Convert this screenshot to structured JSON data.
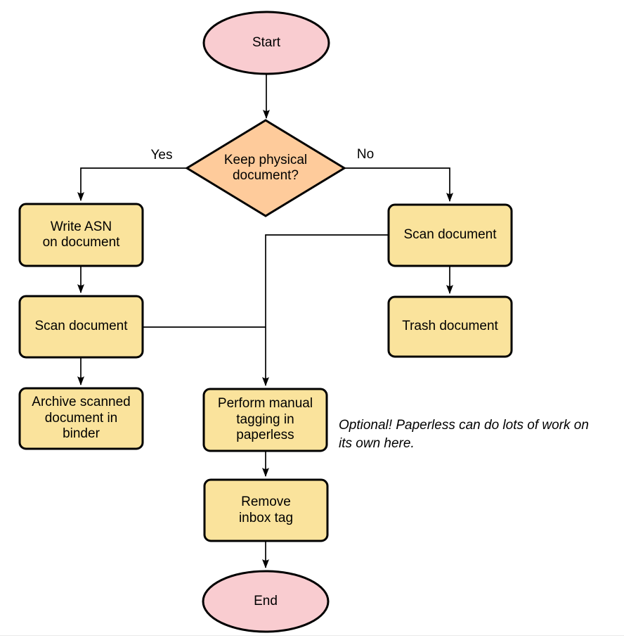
{
  "colors": {
    "background": "#ffffff",
    "terminal_fill": "#F9CCD0",
    "decision_fill": "#FECB9B",
    "process_fill": "#FAE39C",
    "stroke": "#000000"
  },
  "nodes": {
    "start": "Start",
    "decision": "Keep physical\ndocument?",
    "write_asn": "Write ASN\non document",
    "scan_yes": "Scan document",
    "archive": "Archive scanned\ndocument in\nbinder",
    "scan_no": "Scan document",
    "trash": "Trash document",
    "tagging": "Perform manual\ntagging in\npaperless",
    "remove_inbox": "Remove\ninbox tag",
    "end": "End"
  },
  "edge_labels": {
    "yes": "Yes",
    "no": "No"
  },
  "annotation": "Optional! Paperless can do lots of work on\nits own here."
}
